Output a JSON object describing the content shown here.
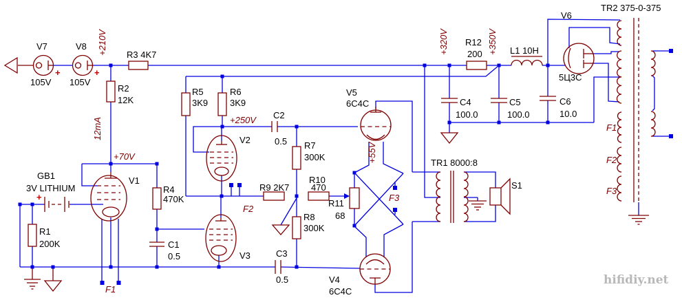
{
  "colors": {
    "wire": "#0000e0",
    "symbol": "#7f0000",
    "label": "#000000",
    "watermark": "#b8b8b8",
    "plus": "#c00000",
    "background": "#ffffff"
  },
  "watermark": "hifidiy.net",
  "t": {
    "v7_ref": "V7",
    "v7_val": "105V",
    "v8_ref": "V8",
    "v8_val": "105V",
    "r1_ref": "R1",
    "r1_val": "200K",
    "r2_ref": "R2",
    "r2_val": "12K",
    "r3": "R3 4K7",
    "r4_ref": "R4",
    "r4_val": "470K",
    "r5_ref": "R5",
    "r5_val": "3K9",
    "r6_ref": "R6",
    "r6_val": "3K9",
    "r7_ref": "R7",
    "r7_val": "300K",
    "r8_ref": "R8",
    "r8_val": "300K",
    "r9": "R9 2K7",
    "r10_ref": "R10",
    "r10_val": "470",
    "r11_ref": "R11",
    "r11_val": "68",
    "r12_ref": "R12",
    "r12_val": "200",
    "c1_ref": "C1",
    "c1_val": "0.5",
    "c2_ref": "C2",
    "c2_val": "0.5",
    "c3_ref": "C3",
    "c3_val": "0.5",
    "c4_ref": "C4",
    "c4_val": "100.0",
    "c5_ref": "C5",
    "c5_val": "100.0",
    "c6_ref": "C6",
    "c6_val": "10.0",
    "l1": "L1 10H",
    "gb1_ref": "GB1",
    "gb1_val": "3V LITHIUM",
    "v1": "V1",
    "v2": "V2",
    "v3": "V3",
    "v4_ref": "V4",
    "v4_val": "6C4C",
    "v5_ref": "V5",
    "v5_val": "6C4C",
    "v6_ref": "V6",
    "v6_val": "5Ц3С",
    "s1": "S1",
    "tr1": "TR1 8000:8",
    "tr2": "TR2 375-0-375",
    "ann_210": "+210V",
    "ann_12ma": "12mA",
    "ann_70": "+70V",
    "ann_250": "+250V",
    "ann_320": "+320V",
    "ann_350": "+350V",
    "ann_55": "+55V",
    "f1": "F1",
    "f2": "F2",
    "f3": "F3",
    "tf1": "F1",
    "tf2": "F2",
    "tf3": "F3",
    "plus": "+"
  }
}
